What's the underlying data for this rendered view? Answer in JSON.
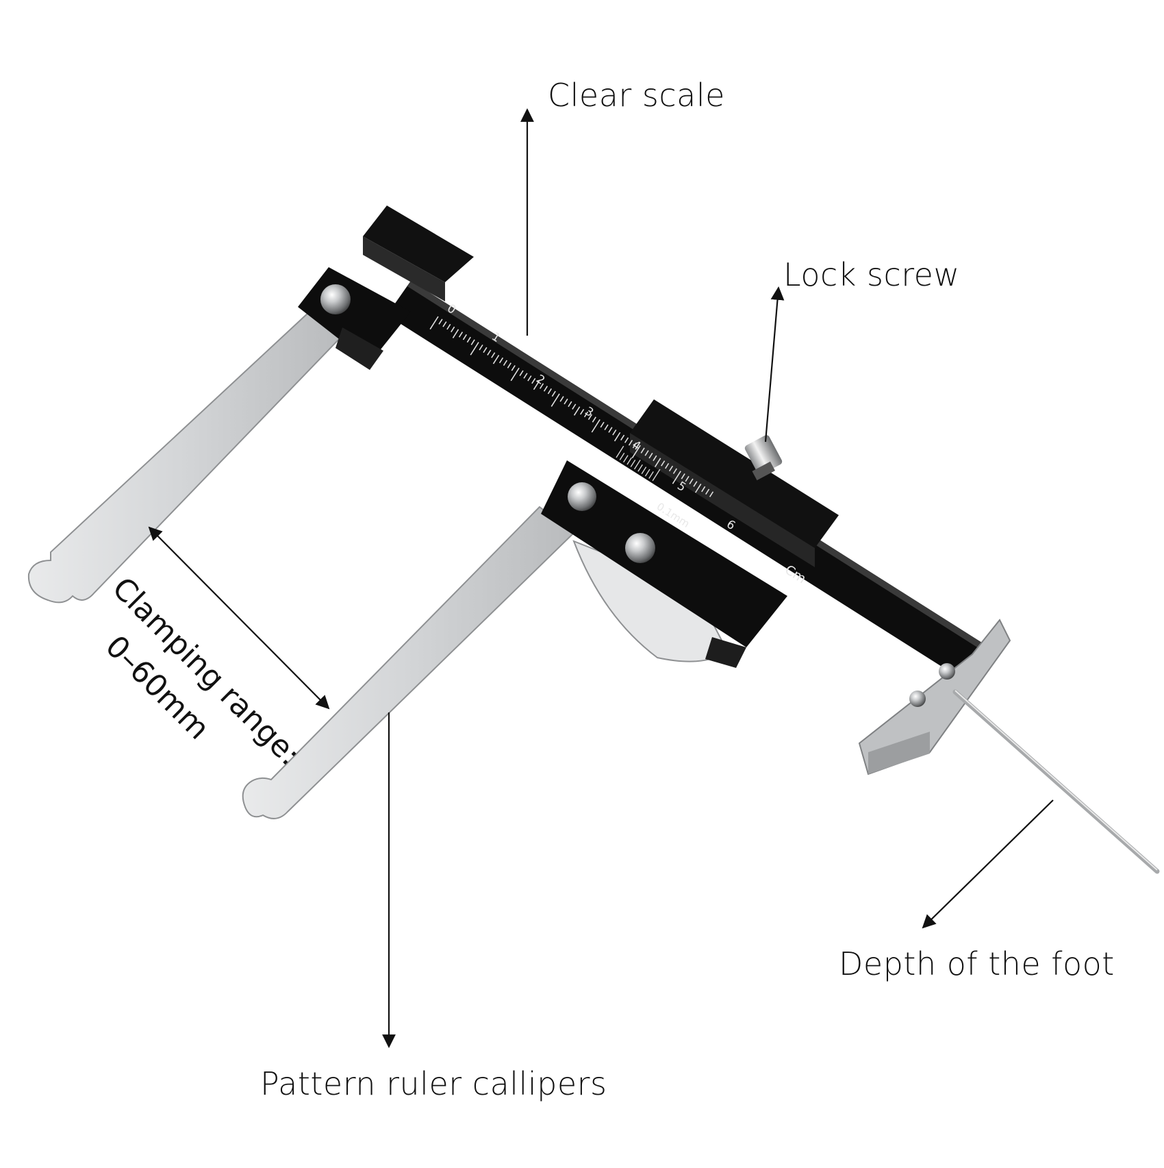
{
  "labels": {
    "clear_scale": "Clear scale",
    "lock_screw": "Lock screw",
    "clamping_range_line1": "Clamping range:",
    "clamping_range_line2": "0–60mm",
    "depth_of_the_foot": "Depth of the foot",
    "pattern_ruler_callipers": "Pattern ruler callipers"
  },
  "scale": {
    "numbers": [
      "0",
      "1",
      "2",
      "3",
      "4",
      "5",
      "6"
    ],
    "unit": "Cm",
    "vernier_label": "0.1mm"
  },
  "colors": {
    "beam": "#0d0d0d",
    "steel": "#cfd1d3",
    "steel_edge": "#9a9c9e",
    "arrow": "#111111"
  }
}
